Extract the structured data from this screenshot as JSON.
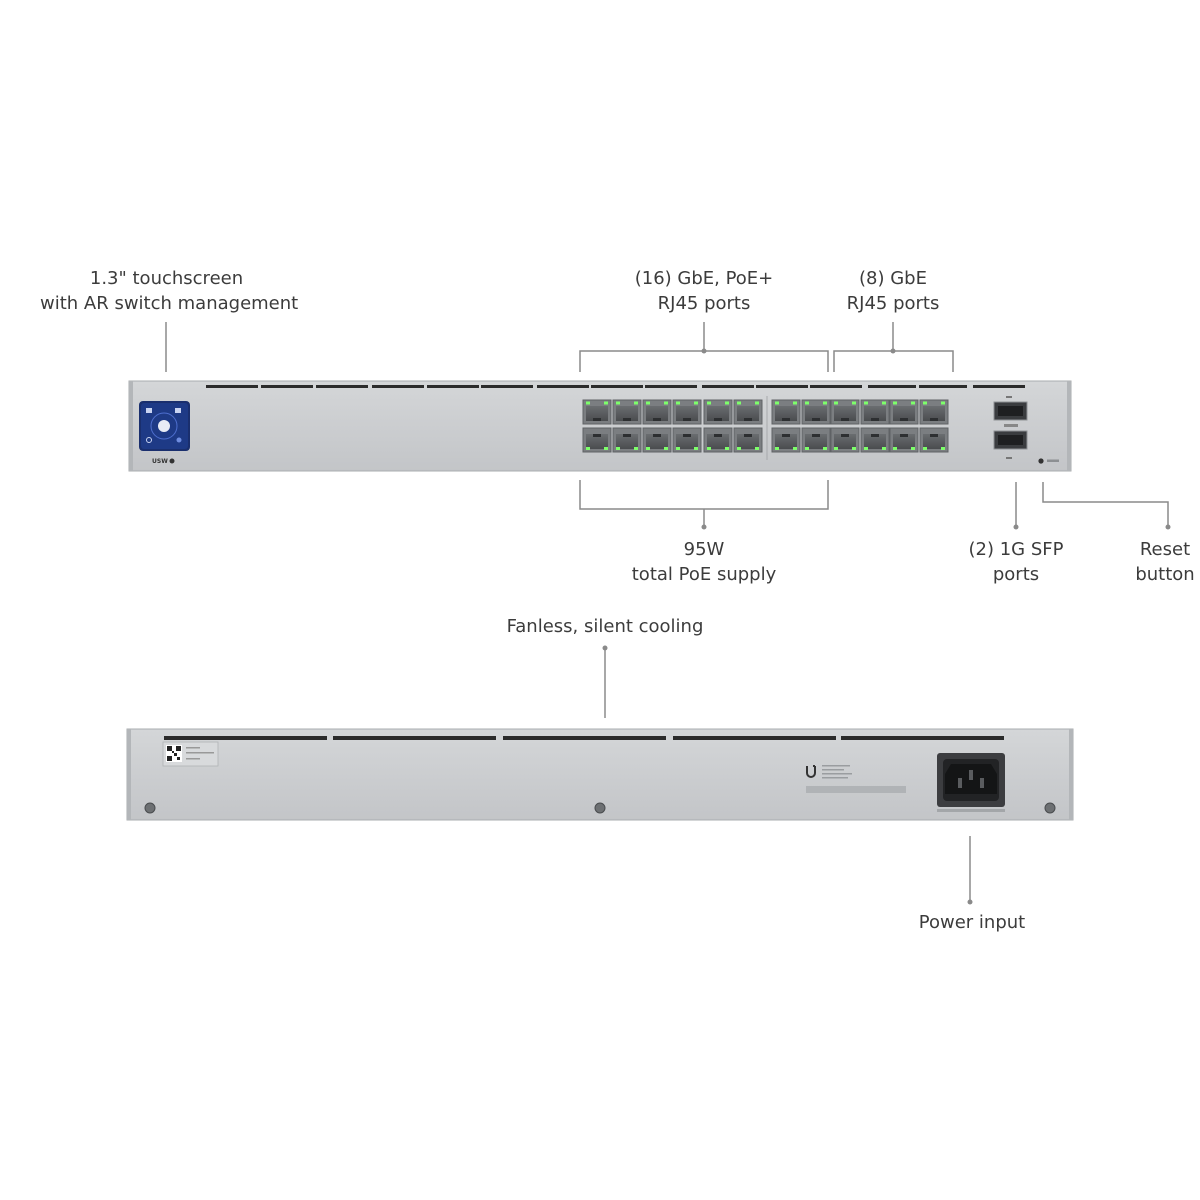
{
  "callouts": {
    "touchscreen": {
      "line1": "1.3\" touchscreen",
      "line2": "with AR switch management"
    },
    "poe_ports": {
      "line1": "(16) GbE, PoE+",
      "line2": "RJ45 ports"
    },
    "gbe_ports": {
      "line1": "(8) GbE",
      "line2": "RJ45 ports"
    },
    "poe_supply": {
      "line1": "95W",
      "line2": "total PoE supply"
    },
    "sfp_ports": {
      "line1": "(2) 1G SFP",
      "line2": "ports"
    },
    "reset": {
      "line1": "Reset",
      "line2": "button"
    },
    "cooling": {
      "line1": "Fanless, silent cooling"
    },
    "power": {
      "line1": "Power input"
    }
  },
  "front_panel": {
    "model_badge": "USW"
  },
  "colors": {
    "chassis": "#c9cbcd",
    "chassis_edge": "#a9acaf",
    "vent": "#2b2b2b",
    "port_led": "#7dff6a",
    "screen": "#1a2f6e",
    "callout_line": "#8a8a8a"
  }
}
